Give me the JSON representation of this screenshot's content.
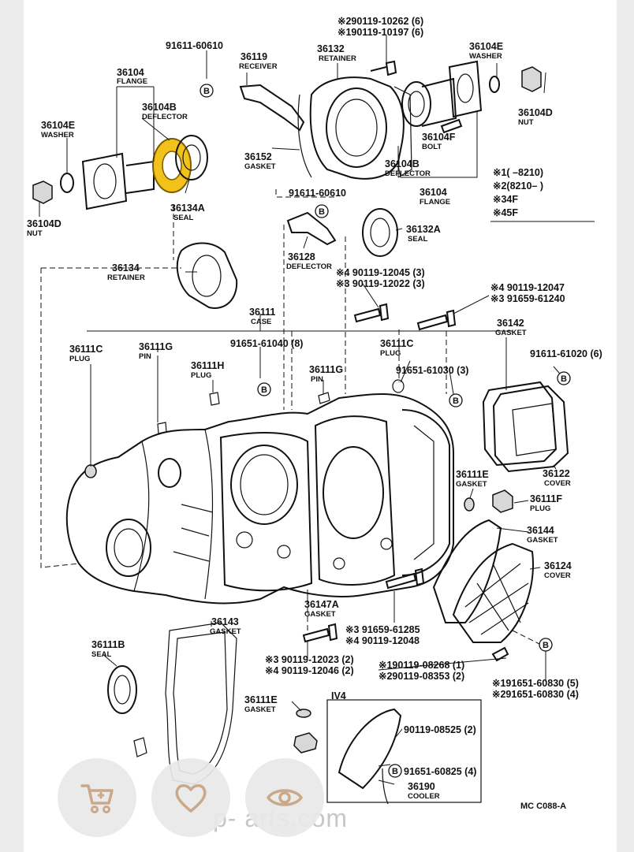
{
  "parts": {
    "p1_l1": "※290119-10262 (6)",
    "p1_l2": "※190119-10197 (6)",
    "p36132_num": "36132",
    "p36132_name": "RETAINER",
    "p91611a": "91611-60610",
    "p36119_num": "36119",
    "p36119_name": "RECEIVER",
    "p36104E_r_num": "36104E",
    "p36104E_r_name": "WASHER",
    "p36104_l_num": "36104",
    "p36104_l_name": "FLANGE",
    "p36104B_l_num": "36104B",
    "p36104B_l_name": "DEFLECTOR",
    "p36104D_r_num": "36104D",
    "p36104D_r_name": "NUT",
    "p36104E_l_num": "36104E",
    "p36104E_l_name": "WASHER",
    "p36104F_num": "36104F",
    "p36104F_name": "BOLT",
    "p36152_num": "36152",
    "p36152_name": "GASKET",
    "p36104B_r_num": "36104B",
    "p36104B_r_name": "DEFLECTOR",
    "note1": "※1(          –8210)",
    "note2": "※2(8210–           )",
    "note3": "※34F",
    "note4": "※45F",
    "p36104_r_num": "36104",
    "p36104_r_name": "FLANGE",
    "p91611b": "91611-60610",
    "p36134A_num": "36134A",
    "p36134A_name": "SEAL",
    "p36104D_l_num": "36104D",
    "p36104D_l_name": "NUT",
    "p36132A_num": "36132A",
    "p36132A_name": "SEAL",
    "p36128_num": "36128",
    "p36128_name": "DEFLECTOR",
    "p36134_num": "36134",
    "p36134_name": "RETAINER",
    "b1_l1": "※4 90119-12045 (3)",
    "b1_l2": "※3 90119-12022 (3)",
    "b2_l1": "※4 90119-12047",
    "b2_l2": "※3 91659-61240",
    "p36111_num": "36111",
    "p36111_name": "CASE",
    "p36142_num": "36142",
    "p36142_name": "GASKET",
    "p36111C_l_num": "36111C",
    "p36111C_l_name": "PLUG",
    "p36111G_l_num": "36111G",
    "p36111G_l_name": "PIN",
    "p91651a": "91651-61040 (8)",
    "p36111C_r_num": "36111C",
    "p36111C_r_name": "PLUG",
    "p91611c": "91611-61020 (6)",
    "p36111H_num": "36111H",
    "p36111H_name": "PLUG",
    "p36111G_r_num": "36111G",
    "p36111G_r_name": "PIN",
    "p91651b": "91651-61030 (3)",
    "p36122_num": "36122",
    "p36122_name": "COVER",
    "p36111E_r_num": "36111E",
    "p36111E_r_name": "GASKET",
    "p36111F_num": "36111F",
    "p36111F_name": "PLUG",
    "p36144_num": "36144",
    "p36144_name": "GASKET",
    "p36124_num": "36124",
    "p36124_name": "COVER",
    "p36147A_num": "36147A",
    "p36147A_name": "GASKET",
    "b3_l1": "※3 91659-61285",
    "b3_l2": "※4 90119-12048",
    "p36143_num": "36143",
    "p36143_name": "GASKET",
    "p36111B_num": "36111B",
    "p36111B_name": "SEAL",
    "b4_l1": "※3 90119-12023 (2)",
    "b4_l2": "※4 90119-12046 (2)",
    "b5_l1": "※190119-08268 (1)",
    "b5_l2": "※290119-08353 (2)",
    "b6_l1": "※191651-60830 (5)",
    "b6_l2": "※291651-60830 (4)",
    "p36111E_b_num": "36111E",
    "p36111E_b_name": "GASKET",
    "iv4": "IV4",
    "p90119c": "90119-08525 (2)",
    "p91651c": "91651-60825 (4)",
    "p36190_num": "36190",
    "p36190_name": "COOLER",
    "code": "MC  C088-A",
    "circleB": "B"
  },
  "watermark": "p-   arts.com",
  "actions": {
    "cart_icon": "cart-icon",
    "heart_icon": "heart-icon",
    "eye_icon": "eye-icon"
  },
  "colors": {
    "highlight": "#f3c21a",
    "ink": "#111111"
  }
}
